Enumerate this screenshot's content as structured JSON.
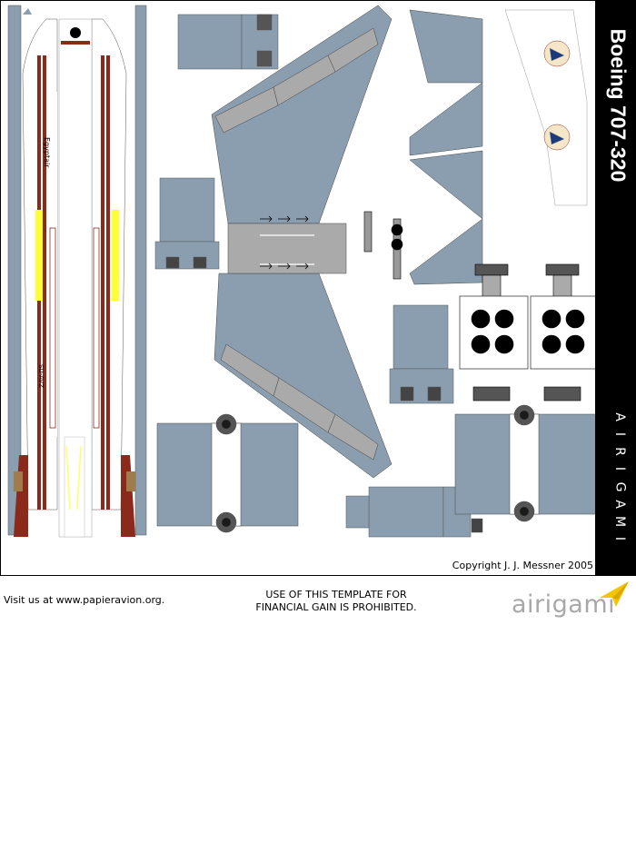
{
  "title": "Boeing 707-320",
  "brand_vertical": "AIRIGAMI",
  "copyright": "Copyright J. J. Messner 2005",
  "footer": {
    "visit": "Visit us at www.papieravion.org.",
    "notice_line1": "USE OF THIS TEMPLATE FOR",
    "notice_line2": "FINANCIAL GAIN IS PROHIBITED.",
    "logo_text": "airigami"
  },
  "livery": {
    "titles": "Egyptair",
    "registration": "SU-AVZ"
  },
  "colors": {
    "panel_grey": "#8a9eb0",
    "stripe_brown": "#8b2a1a",
    "stripe_yellow": "#ffff33",
    "logo_yellow": "#f5c400",
    "band": "#000000"
  }
}
